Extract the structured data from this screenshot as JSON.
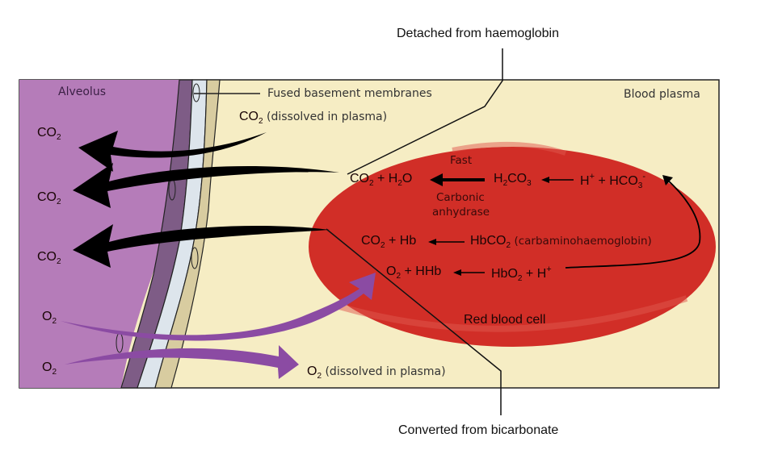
{
  "diagram": {
    "callouts": {
      "top": "Detached from haemoglobin",
      "bottom": "Converted from bicarbonate"
    },
    "regions": {
      "alveolus": "Alveolus",
      "membrane": "Fused basement membranes",
      "plasma": "Blood plasma",
      "rbc": "Red blood cell"
    },
    "alveolus_side": {
      "co2": [
        "CO",
        "CO",
        "CO"
      ],
      "o2": [
        "O",
        "O"
      ],
      "sub": "2"
    },
    "plasma_labels": {
      "co2_dissolved": "(dissolved in plasma)",
      "o2_dissolved": "(dissolved in plasma)"
    },
    "reactions": {
      "row1": {
        "products": [
          "CO",
          "+ H",
          "O"
        ],
        "arrow_top": "Fast",
        "arrow_bottom_1": "Carbonic",
        "arrow_bottom_2": "anhydrase",
        "middle": [
          "H",
          "CO"
        ],
        "reactants": [
          "H",
          "+ HCO"
        ]
      },
      "row2": {
        "products": [
          "CO",
          "+ Hb"
        ],
        "reactants": [
          "HbCO"
        ],
        "note": "(carbaminohaemoglobin)"
      },
      "row3": {
        "products": [
          "O",
          "+ HHb"
        ],
        "reactants": [
          "HbO",
          "+ H"
        ]
      }
    },
    "colors": {
      "alveolus": "#b57cb9",
      "plasma": "#f6edc4",
      "rbc": "#d12e27",
      "o2_arrow": "#8b4ba3",
      "co2_arrow": "#000000"
    }
  }
}
